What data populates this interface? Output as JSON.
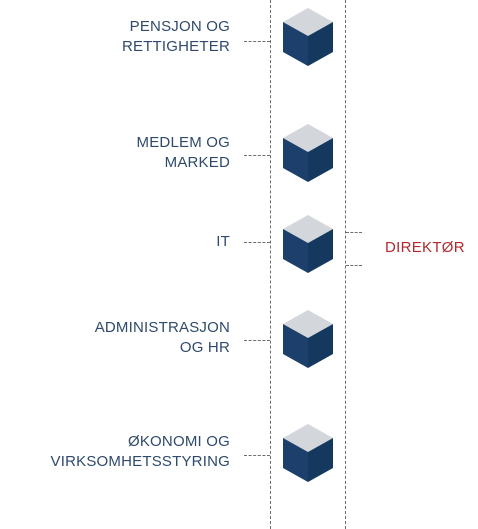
{
  "departments": [
    {
      "line1": "PENSJON OG",
      "line2": "RETTIGHETER"
    },
    {
      "line1": "MEDLEM OG",
      "line2": "MARKED"
    },
    {
      "line1": "IT",
      "line2": ""
    },
    {
      "line1": "ADMINISTRASJON",
      "line2": "OG HR"
    },
    {
      "line1": "ØKONOMI OG",
      "line2": "VIRKSOMHETSSTYRING"
    }
  ],
  "director": "DIREKTØR",
  "colors": {
    "cube_top": "#d3d6da",
    "cube_left": "#1c3f6b",
    "cube_right": "#15385f",
    "department_text": "#2f4a6b",
    "director_text": "#b22a2f"
  },
  "icon": "cube-icon"
}
